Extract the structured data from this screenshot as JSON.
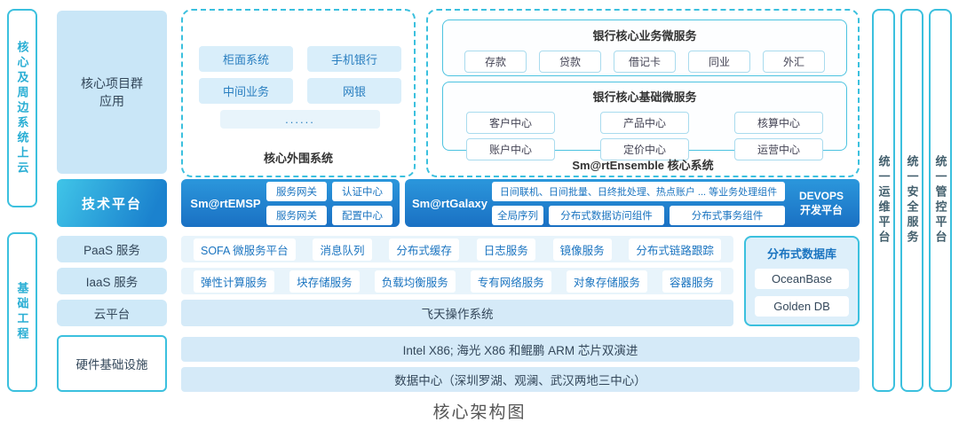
{
  "page_title": "核心架构图",
  "left_rail": {
    "top": "核心及周边系统上云",
    "bottom": "基础工程"
  },
  "side": {
    "app_group": "核心项目群应用",
    "tech_platform": "技术平台",
    "paas": "PaaS 服务",
    "iaas": "IaaS 服务",
    "cloud": "云平台",
    "hardware": "硬件基础设施"
  },
  "peripheral": {
    "label": "核心外围系统",
    "items": [
      "柜面系统",
      "手机银行",
      "中间业务",
      "网银"
    ],
    "ellipsis": "......"
  },
  "ensemble": {
    "label": "Sm@rtEnsemble 核心系统",
    "business": {
      "title": "银行核心业务微服务",
      "items": [
        "存款",
        "贷款",
        "借记卡",
        "同业",
        "外汇"
      ]
    },
    "basic": {
      "title": "银行核心基础微服务",
      "row1": [
        "客户中心",
        "产品中心",
        "核算中心"
      ],
      "row2": [
        "账户中心",
        "定价中心",
        "运营中心"
      ]
    }
  },
  "emsp": {
    "label": "Sm@rtEMSP",
    "buttons": [
      "服务网关",
      "认证中心",
      "服务网关",
      "配置中心"
    ]
  },
  "galaxy": {
    "label": "Sm@rtGalaxy",
    "wide": "日间联机、日间批量、日终批处理、热点账户 ... 等业务处理组件",
    "row2": [
      "全局序列",
      "分布式数据访问组件",
      "分布式事务组件"
    ],
    "devops_line1": "DEVOPS",
    "devops_line2": "开发平台"
  },
  "paas_row": [
    "SOFA 微服务平台",
    "消息队列",
    "分布式缓存",
    "日志服务",
    "镜像服务",
    "分布式链路跟踪"
  ],
  "iaas_row": [
    "弹性计算服务",
    "块存储服务",
    "负载均衡服务",
    "专有网络服务",
    "对象存储服务",
    "容器服务"
  ],
  "cloud_row": "飞天操作系统",
  "db": {
    "title": "分布式数据库",
    "items": [
      "OceanBase",
      "Golden DB"
    ]
  },
  "hardware": {
    "chips": "Intel X86; 海光 X86 和鲲鹏 ARM 芯片双演进",
    "datacenter": "数据中心（深圳罗湖、观澜、武汉两地三中心）"
  },
  "right_rail": [
    "统一运维平台",
    "统一安全服务",
    "统一管控平台"
  ]
}
